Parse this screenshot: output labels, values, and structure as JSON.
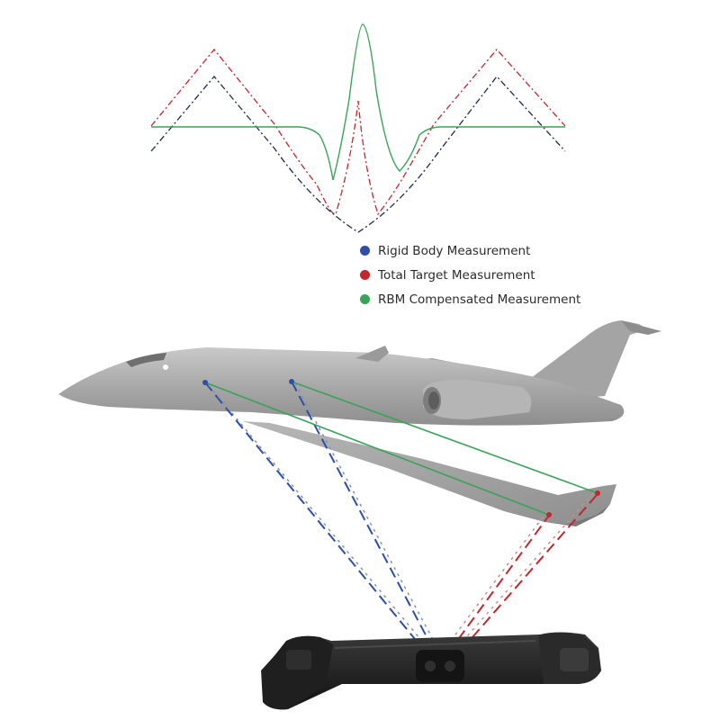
{
  "legend": {
    "items": [
      {
        "label": "Rigid Body Measurement",
        "color": "#2f4fa6"
      },
      {
        "label": "Total Target Measurement",
        "color": "#c0282e"
      },
      {
        "label": "RBM Compensated Measurement",
        "color": "#3aa35a"
      }
    ]
  },
  "colors": {
    "rigid_body": "#2f4fa6",
    "total_target": "#c0282e",
    "compensated": "#3aa35a",
    "aircraft": "#a9a9a9",
    "sensor": "#1c1c1c"
  },
  "icons": [
    "aircraft-model",
    "measurement-sensor-bar"
  ]
}
